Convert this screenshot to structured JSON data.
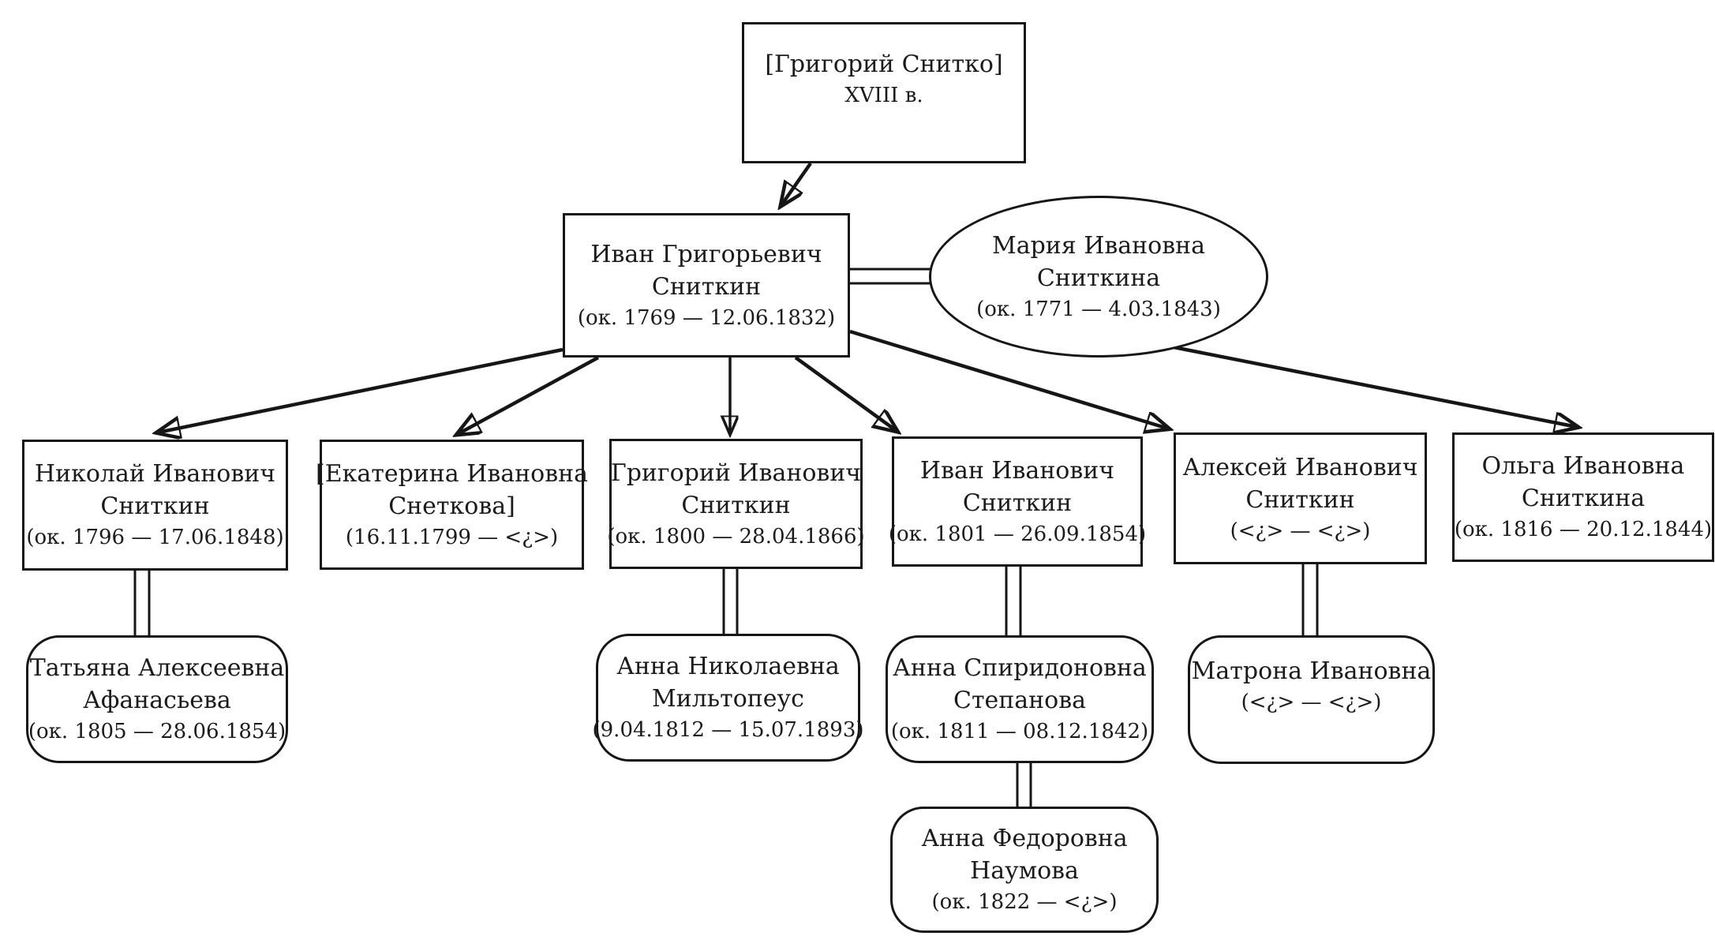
{
  "diagram": {
    "type": "family-tree",
    "language": "ru",
    "nodes": [
      {
        "id": "grigory-snitko",
        "shape": "rect",
        "lines": [
          "[Григорий Снитко]",
          "XVIII в."
        ]
      },
      {
        "id": "ivan-grigorievich-snitkin",
        "shape": "rect",
        "lines": [
          "Иван Григорьевич",
          "Сниткин",
          "(ок. 1769 — 12.06.1832)"
        ]
      },
      {
        "id": "maria-ivanovna-snitkina",
        "shape": "ellipse",
        "lines": [
          "Мария Ивановна",
          "Сниткина",
          "(ок. 1771 — 4.03.1843)"
        ]
      },
      {
        "id": "nikolay-ivanovich-snitkin",
        "shape": "rect",
        "lines": [
          "Николай Иванович",
          "Сниткин",
          "(ок. 1796 — 17.06.1848)"
        ]
      },
      {
        "id": "ekaterina-ivanovna-snetkova",
        "shape": "rect",
        "lines": [
          "[Екатерина Ивановна",
          "Снеткова]",
          "(16.11.1799 — <¿>)"
        ]
      },
      {
        "id": "grigory-ivanovich-snitkin",
        "shape": "rect",
        "lines": [
          "Григорий Иванович",
          "Сниткин",
          "(ок. 1800 — 28.04.1866)"
        ]
      },
      {
        "id": "ivan-ivanovich-snitkin",
        "shape": "rect",
        "lines": [
          "Иван Иванович",
          "Сниткин",
          "(ок. 1801 — 26.09.1854)"
        ]
      },
      {
        "id": "aleksey-ivanovich-snitkin",
        "shape": "rect",
        "lines": [
          "Алексей Иванович",
          "Сниткин",
          "(<¿> — <¿>)"
        ]
      },
      {
        "id": "olga-ivanovna-snitkina",
        "shape": "rect",
        "lines": [
          "Ольга Ивановна",
          "Сниткина",
          "(ок. 1816 — 20.12.1844)"
        ]
      },
      {
        "id": "tatyana-alekseevna-afanasyeva",
        "shape": "rounded",
        "lines": [
          "Татьяна Алексеевна",
          "Афанасьева",
          "(ок. 1805 — 28.06.1854)"
        ]
      },
      {
        "id": "anna-nikolaevna-miltopeus",
        "shape": "rounded",
        "lines": [
          "Анна Николаевна",
          "Мильтопеус",
          "(9.04.1812 — 15.07.1893)"
        ]
      },
      {
        "id": "anna-spiridonovna-stepanova",
        "shape": "rounded",
        "lines": [
          "Анна Спиридоновна",
          "Степанова",
          "(ок. 1811 — 08.12.1842)"
        ]
      },
      {
        "id": "matrona-ivanovna",
        "shape": "rounded",
        "lines": [
          "Матрона Ивановна",
          "(<¿> — <¿>)"
        ]
      },
      {
        "id": "anna-fedorovna-naumova",
        "shape": "rounded",
        "lines": [
          "Анна Федоровна",
          "Наумова",
          "(ок. 1822 — <¿>)"
        ]
      }
    ],
    "colors": {
      "line": "#161616",
      "background": "#ffffff",
      "text": "#1b1b1b"
    }
  }
}
